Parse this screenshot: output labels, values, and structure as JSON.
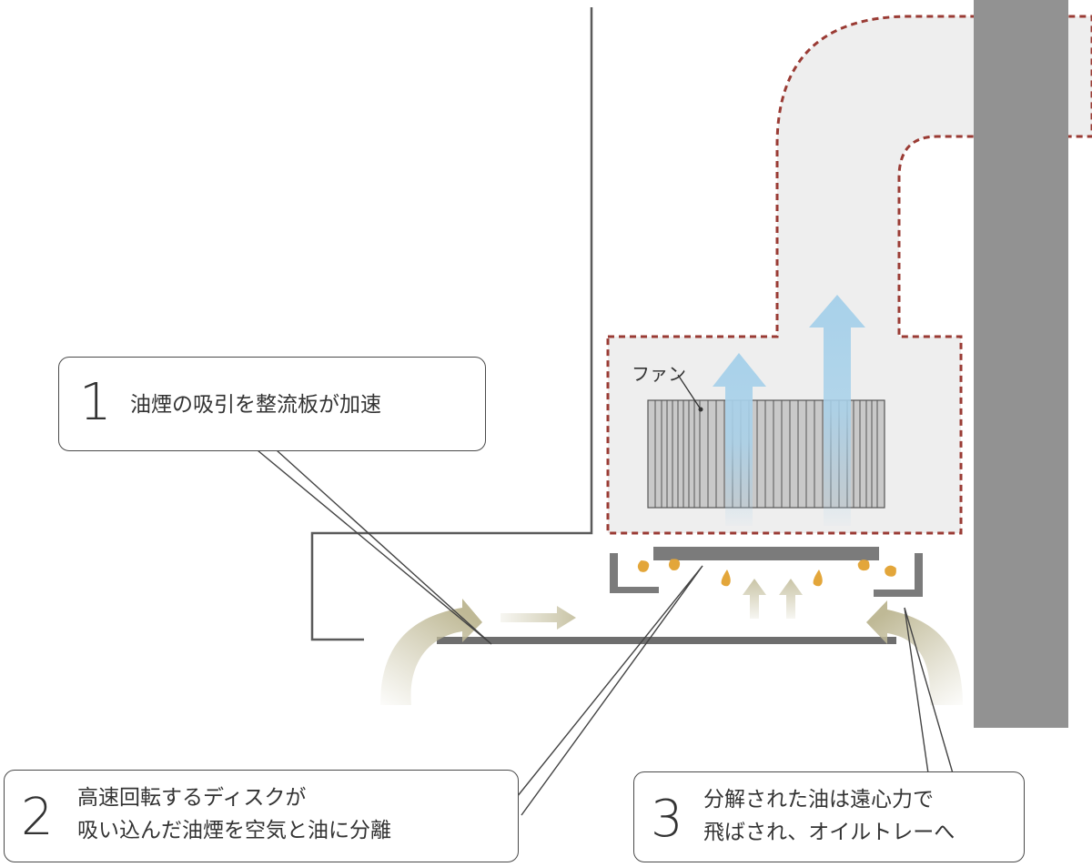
{
  "fan_label": "ファン",
  "callouts": [
    {
      "number": "1",
      "lines": [
        "油煙の吸引を整流板が加速"
      ]
    },
    {
      "number": "2",
      "lines": [
        "高速回転するディスクが",
        "吸い込んだ油煙を空気と油に分離"
      ]
    },
    {
      "number": "3",
      "lines": [
        "分解された油は遠心力で",
        "飛ばされ、オイルトレーへ"
      ]
    }
  ],
  "colors": {
    "duct_fill": "#eeeeee",
    "duct_dash": "#9a3b34",
    "wall_gray": "#929292",
    "fan_fill": "#c9c9c9",
    "fan_blade": "#555555",
    "blue_arrow": "#a8d1ea",
    "olive_arrow": "#c9c4a6",
    "oil_drop": "#e3a63a",
    "outline": "#4a4a4a"
  }
}
